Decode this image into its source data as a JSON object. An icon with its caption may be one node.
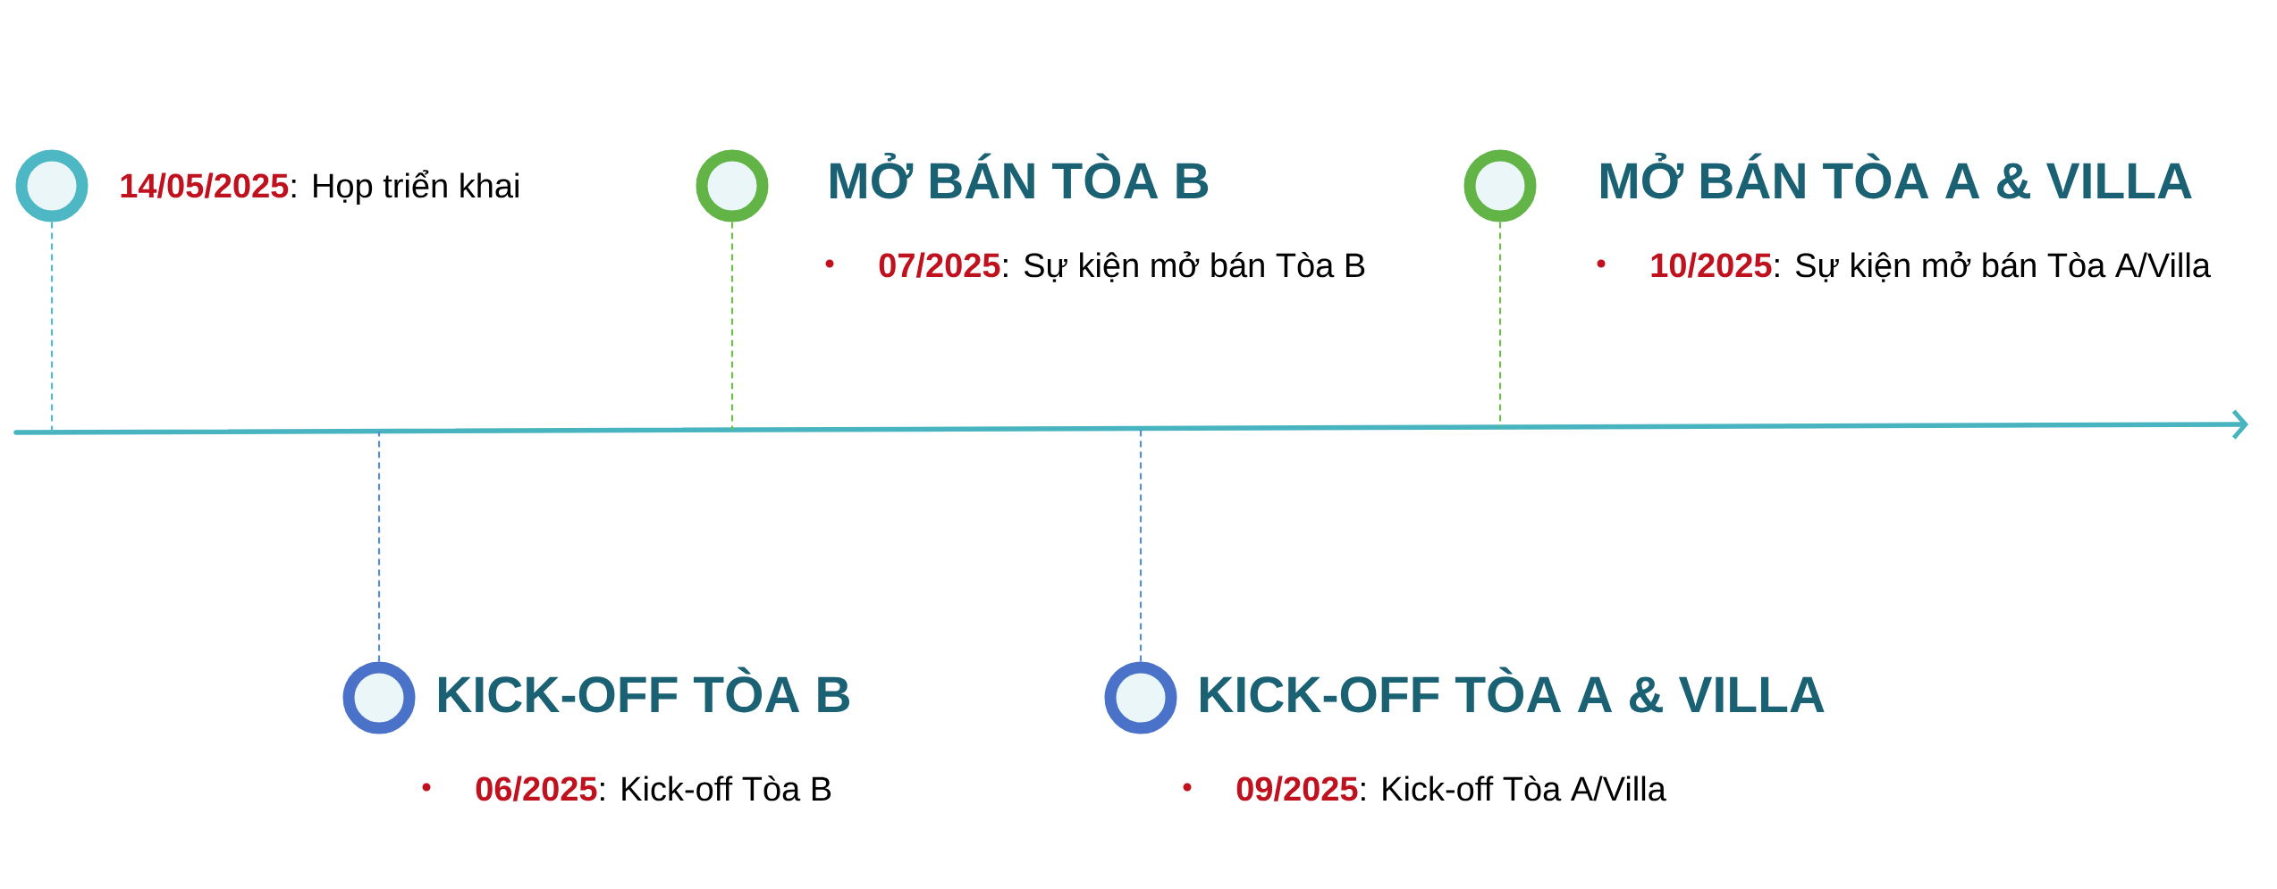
{
  "diagram": {
    "nodes": [
      {
        "text": [],
        "shape": "circle",
        "beside": [
          "**14/05/2025**: Họp triển khai"
        ]
      },
      {
        "text": [],
        "shape": "circle",
        "beside": [
          "KICK-OFF TÒA B",
          "**06/2025**: Kick-off Tòa B"
        ]
      },
      {
        "text": [],
        "shape": "circle",
        "beside": [
          "MỞ BÁN TÒA B",
          "**07/2025**: Sự kiện mở bán Tòa B"
        ]
      },
      {
        "text": [],
        "shape": "circle",
        "beside": [
          "KICK-OFF TÒA A & VILLA",
          "**09/2025**: Kick-off Tòa A/Villa"
        ]
      },
      {
        "text": [],
        "shape": "circle",
        "beside": [
          "MỞ BÁN TÒA A & VILLA",
          "**10/2025**: Sự kiện mở bán Tòa A/Villa"
        ]
      }
    ],
    "edges": [
      {
        "from": 0,
        "to": null,
        "arrow": "none",
        "style": "dashed",
        "color": "#55bcc6"
      },
      {
        "from": 1,
        "to": null,
        "arrow": "none",
        "style": "dashed",
        "color": "#5a8ed4"
      },
      {
        "from": 2,
        "to": null,
        "arrow": "none",
        "style": "dashed",
        "color": "#6dbe4e"
      },
      {
        "from": 3,
        "to": null,
        "arrow": "none",
        "style": "dashed",
        "color": "#5a8ed4"
      },
      {
        "from": 4,
        "to": null,
        "arrow": "none",
        "style": "dashed",
        "color": "#6dbe4e"
      }
    ]
  }
}
